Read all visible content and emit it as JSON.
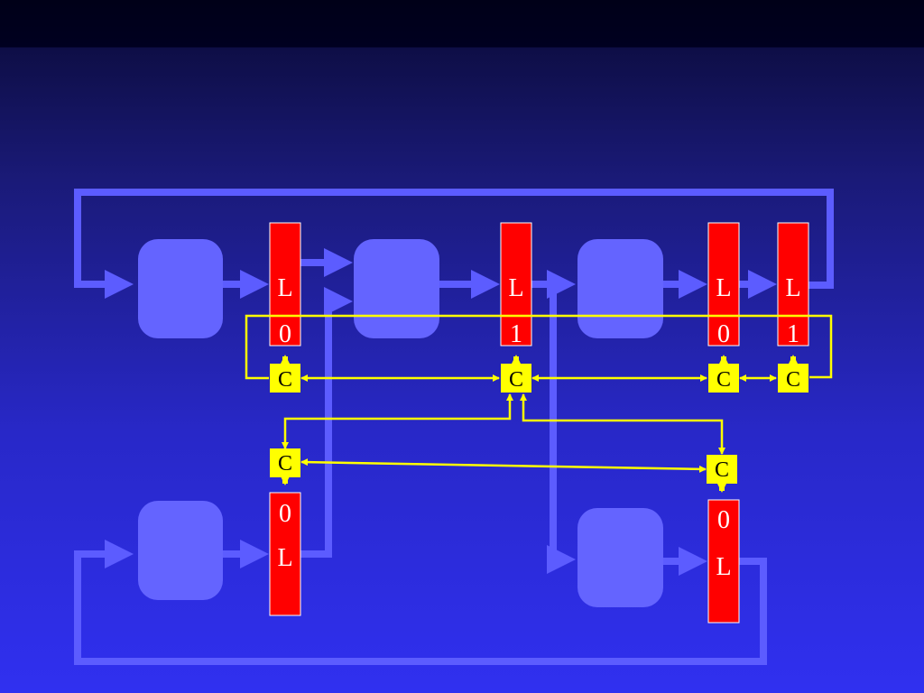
{
  "colors": {
    "wire": "#5c5cff",
    "stage": "#6464ff",
    "latch_fill": "#ff0000",
    "latch_border": "#ffffff",
    "control": "#ffff00",
    "control_text": "#000000",
    "latch_text": "#ffffff"
  },
  "latches": [
    {
      "id": "latch-top-1",
      "top": "L",
      "bottom": "0"
    },
    {
      "id": "latch-top-2",
      "top": "L",
      "bottom": "1"
    },
    {
      "id": "latch-top-3",
      "top": "L",
      "bottom": "0"
    },
    {
      "id": "latch-top-4",
      "top": "L",
      "bottom": "1"
    },
    {
      "id": "latch-bottom-1",
      "top": "0",
      "bottom": "L"
    },
    {
      "id": "latch-bottom-2",
      "top": "0",
      "bottom": "L"
    }
  ],
  "controllers": [
    {
      "id": "controller-top-1",
      "label": "C"
    },
    {
      "id": "controller-top-2",
      "label": "C"
    },
    {
      "id": "controller-top-3",
      "label": "C"
    },
    {
      "id": "controller-top-4",
      "label": "C"
    },
    {
      "id": "controller-bottom-1",
      "label": "C"
    },
    {
      "id": "controller-bottom-2",
      "label": "C"
    }
  ]
}
